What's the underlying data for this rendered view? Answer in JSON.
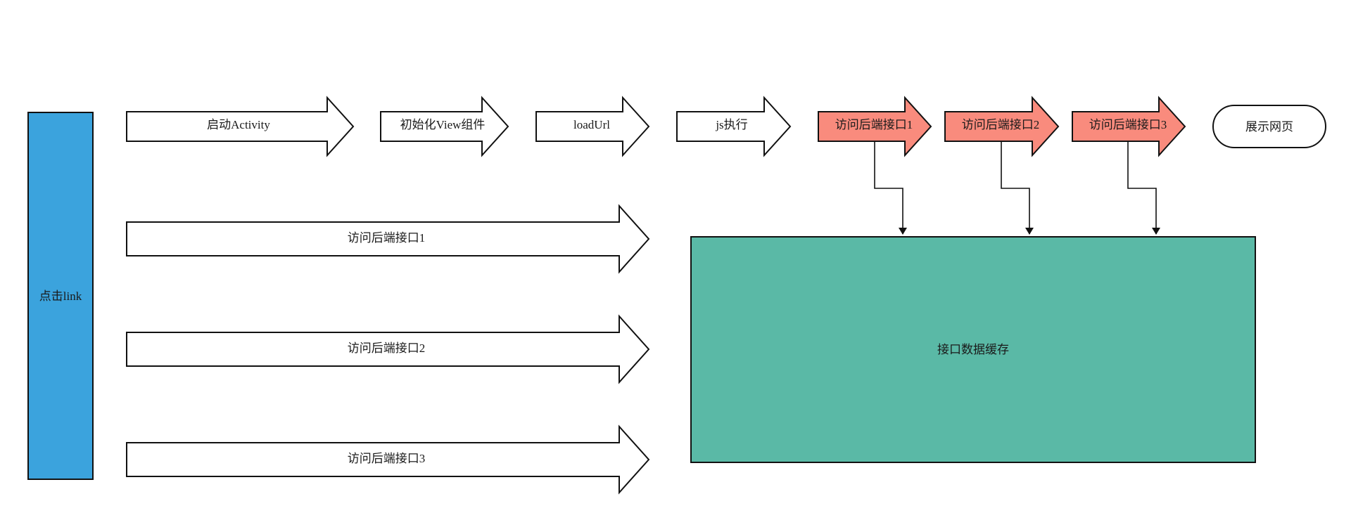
{
  "colors": {
    "sidebar": "#3ba3dd",
    "highlight_arrow": "#f98b7d",
    "cache_box": "#5ab9a6",
    "stroke": "#111111",
    "plain_fill": "#ffffff"
  },
  "sidebar": {
    "label": "点击link"
  },
  "top_flow": [
    {
      "label": "启动Activity",
      "style": "plain"
    },
    {
      "label": "初始化View组件",
      "style": "plain"
    },
    {
      "label": "loadUrl",
      "style": "plain"
    },
    {
      "label": "js执行",
      "style": "plain"
    },
    {
      "label": "访问后端接口1",
      "style": "highlight"
    },
    {
      "label": "访问后端接口2",
      "style": "highlight"
    },
    {
      "label": "访问后端接口3",
      "style": "highlight"
    }
  ],
  "end_node": {
    "label": "展示网页"
  },
  "parallel_flow": [
    {
      "label": "访问后端接口1"
    },
    {
      "label": "访问后端接口2"
    },
    {
      "label": "访问后端接口3"
    }
  ],
  "cache": {
    "label": "接口数据缓存"
  }
}
